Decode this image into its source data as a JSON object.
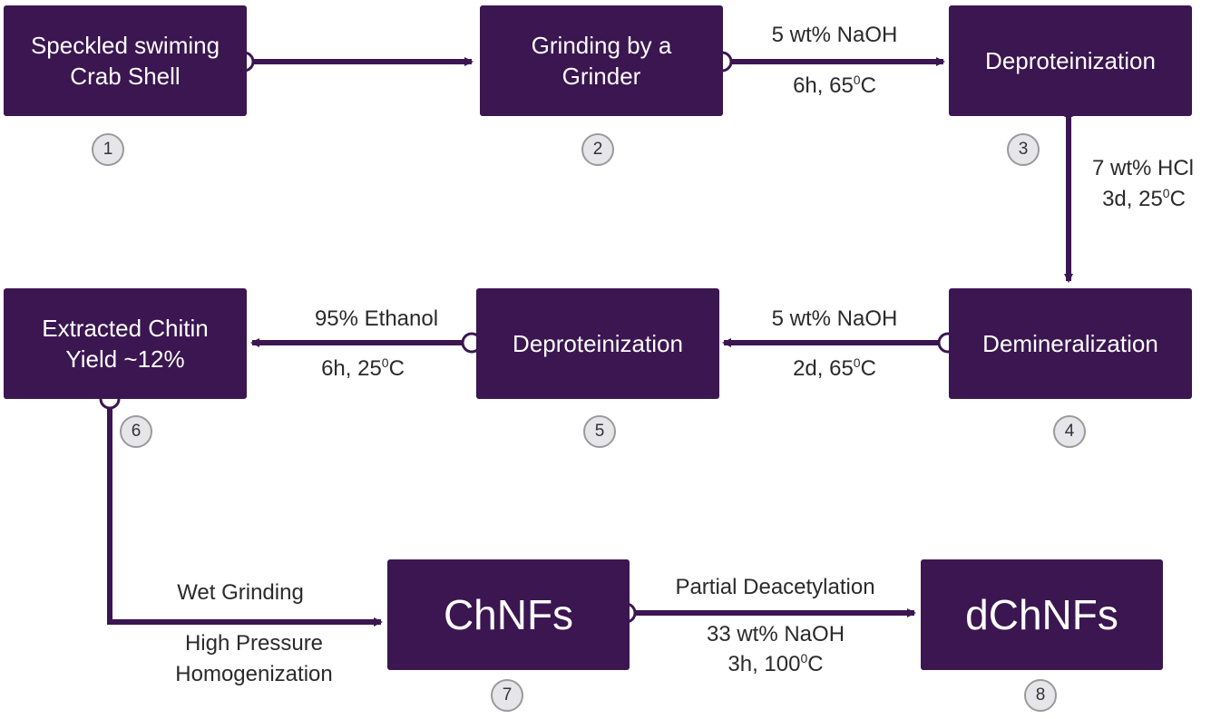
{
  "steps": [
    {
      "id": 1,
      "lines": [
        "Speckled swiming",
        "Crab Shell"
      ],
      "number": "1"
    },
    {
      "id": 2,
      "lines": [
        "Grinding by a",
        "Grinder"
      ],
      "number": "2"
    },
    {
      "id": 3,
      "lines": [
        "Deproteinization"
      ],
      "number": "3"
    },
    {
      "id": 4,
      "lines": [
        "Demineralization"
      ],
      "number": "4"
    },
    {
      "id": 5,
      "lines": [
        "Deproteinization"
      ],
      "number": "5"
    },
    {
      "id": 6,
      "lines": [
        "Extracted Chitin",
        "Yield ~12%"
      ],
      "number": "6"
    },
    {
      "id": 7,
      "lines": [
        "ChNFs"
      ],
      "number": "7"
    },
    {
      "id": 8,
      "lines": [
        "dChNFs"
      ],
      "number": "8"
    }
  ],
  "edges": {
    "e2_3": {
      "top": "5 wt% NaOH",
      "bottom": "6h, 65",
      "bottom_sup": "0",
      "bottom_suffix": "C"
    },
    "e3_4": {
      "line1": "7 wt% HCl",
      "line2": "3d, 25",
      "line2_sup": "0",
      "line2_suffix": "C"
    },
    "e4_5": {
      "top": "5 wt% NaOH",
      "bottom": "2d, 65",
      "bottom_sup": "0",
      "bottom_suffix": "C"
    },
    "e5_6": {
      "top": "95% Ethanol",
      "bottom": "6h, 25",
      "bottom_sup": "0",
      "bottom_suffix": "C"
    },
    "e6_7": {
      "top": "Wet Grinding",
      "bottom1": "High Pressure",
      "bottom2": "Homogenization"
    },
    "e7_8": {
      "top": "Partial Deacetylation",
      "bottom1": "33 wt% NaOH",
      "bottom2": "3h, 100",
      "bottom2_sup": "0",
      "bottom2_suffix": "C"
    }
  },
  "colors": {
    "box": "#3b1651",
    "arrow": "#3b1651",
    "badge_border": "#9a9a9a",
    "badge_fill": "#e6e6ea"
  }
}
